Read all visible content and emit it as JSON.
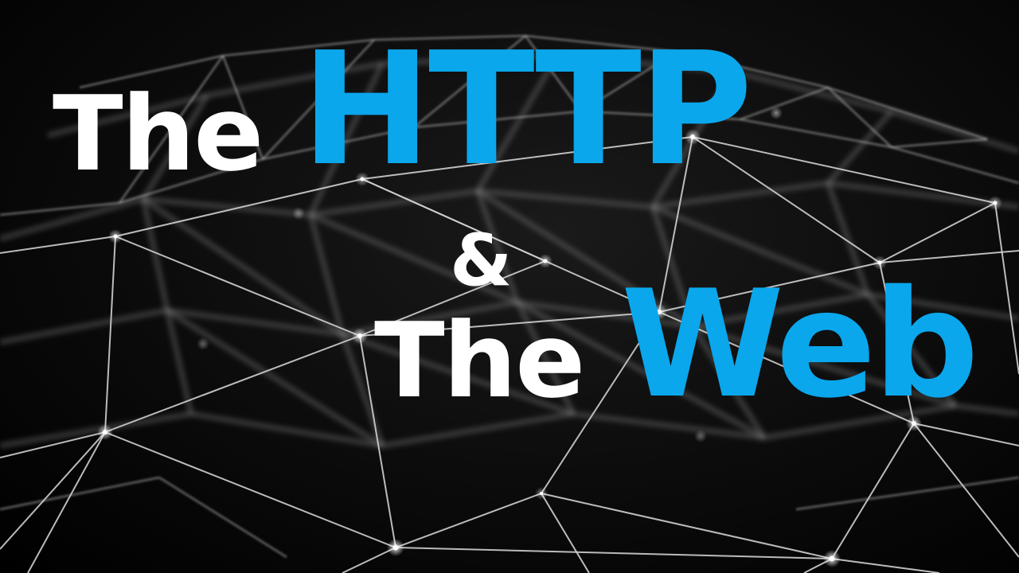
{
  "title": {
    "line1_word1": "The",
    "line1_word2": "HTTP",
    "ampersand": "&",
    "line3_word1": "The",
    "line3_word2": "Web"
  },
  "colors": {
    "background": "#000000",
    "white_text": "#ffffff",
    "accent_blue": "#0aa7ec",
    "mesh_line": "#cfcfcf"
  },
  "background_image": "geodesic-network-mesh"
}
